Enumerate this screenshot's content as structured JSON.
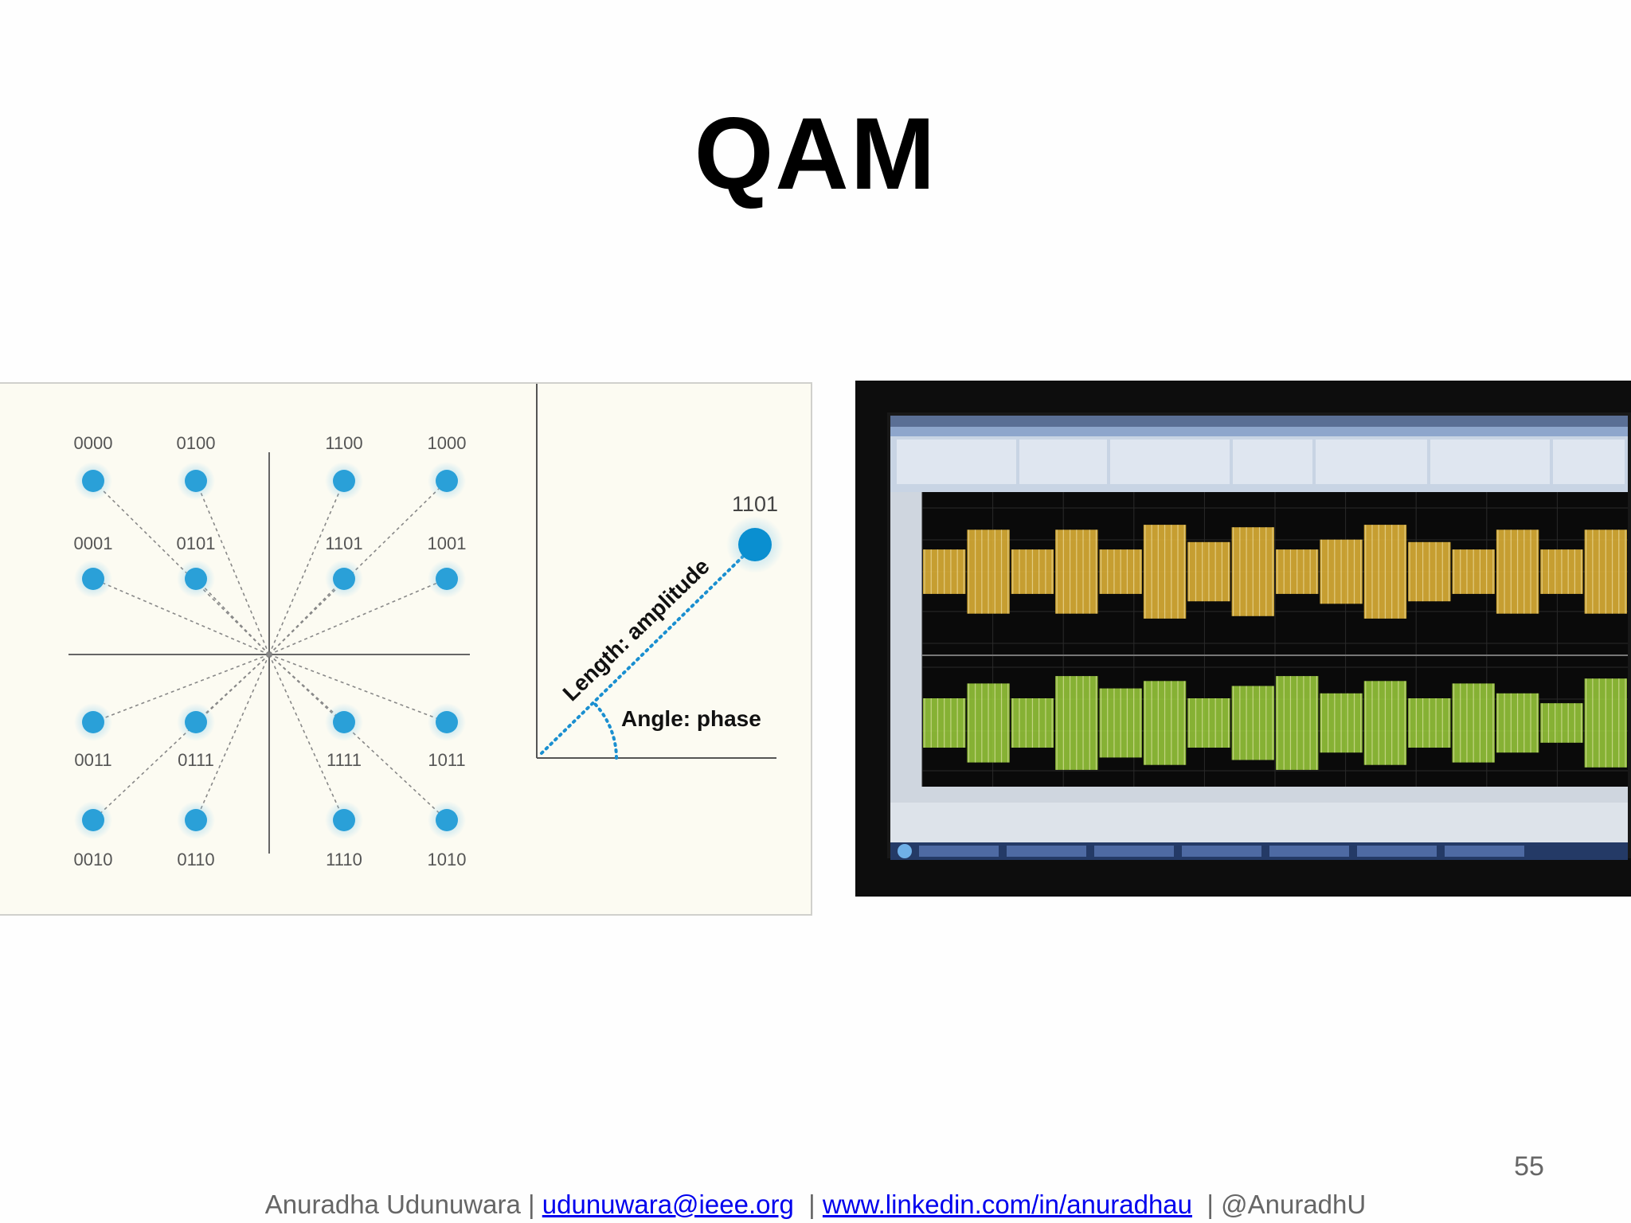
{
  "slide": {
    "title": "QAM",
    "page_number": "55"
  },
  "constellation": {
    "points": [
      {
        "label": "0000"
      },
      {
        "label": "0100"
      },
      {
        "label": "1100"
      },
      {
        "label": "1000"
      },
      {
        "label": "0001"
      },
      {
        "label": "0101"
      },
      {
        "label": "1101"
      },
      {
        "label": "1001"
      },
      {
        "label": "0011"
      },
      {
        "label": "0111"
      },
      {
        "label": "1111"
      },
      {
        "label": "1011"
      },
      {
        "label": "0010"
      },
      {
        "label": "0110"
      },
      {
        "label": "1110"
      },
      {
        "label": "1010"
      }
    ],
    "point_color": "#2aa0d8"
  },
  "vector_detail": {
    "point_label": "1101",
    "length_label": "Length: amplitude",
    "angle_label": "Angle: phase",
    "point_color": "#0a8fd0"
  },
  "photo": {
    "description_icon": "oscilloscope-screen-photo",
    "trace_colors": [
      "#e8b838",
      "#9ccf3c"
    ]
  },
  "footer": {
    "author": "Anuradha Udunuwara",
    "separator": "|",
    "email": "udunuwara@ieee.org",
    "linkedin": "www.linkedin.com/in/anuradhau",
    "handle": "@AnuradhU"
  }
}
